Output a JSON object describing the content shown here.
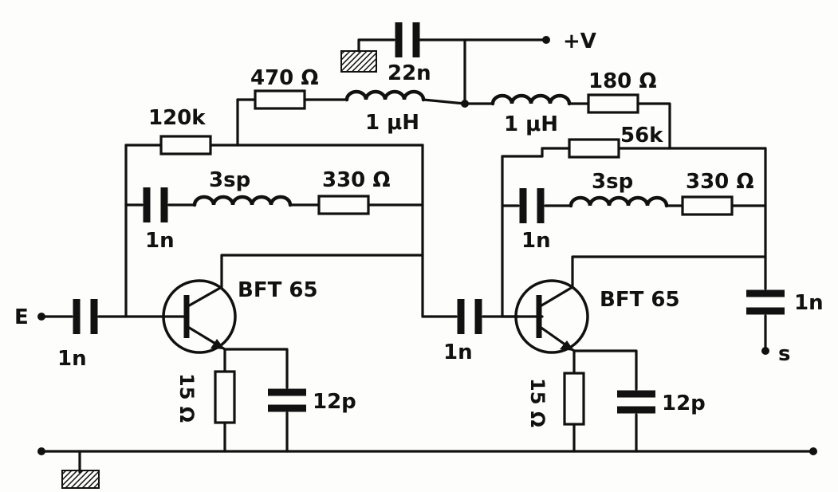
{
  "diagram": {
    "supply_label": "+V",
    "input_label": "E",
    "output_label": "s",
    "stage1": {
      "transistor": "BFT 65",
      "bias_resistor": "120k",
      "collector_resistor": "470 Ω",
      "collector_choke": "1 μH",
      "feedback_cap": "1n",
      "feedback_coil": "3sp",
      "feedback_resistor": "330 Ω",
      "input_cap": "1n",
      "emitter_resistor": "15 Ω",
      "emitter_cap": "12p"
    },
    "decoupling_cap": "22n",
    "stage2": {
      "transistor": "BFT 65",
      "bias_resistor": "56k",
      "collector_resistor": "180 Ω",
      "collector_choke": "1 μH",
      "feedback_cap": "1n",
      "feedback_coil": "3sp",
      "feedback_resistor": "330 Ω",
      "coupling_cap": "1n",
      "output_cap": "1n",
      "emitter_resistor": "15 Ω",
      "emitter_cap": "12p"
    }
  }
}
